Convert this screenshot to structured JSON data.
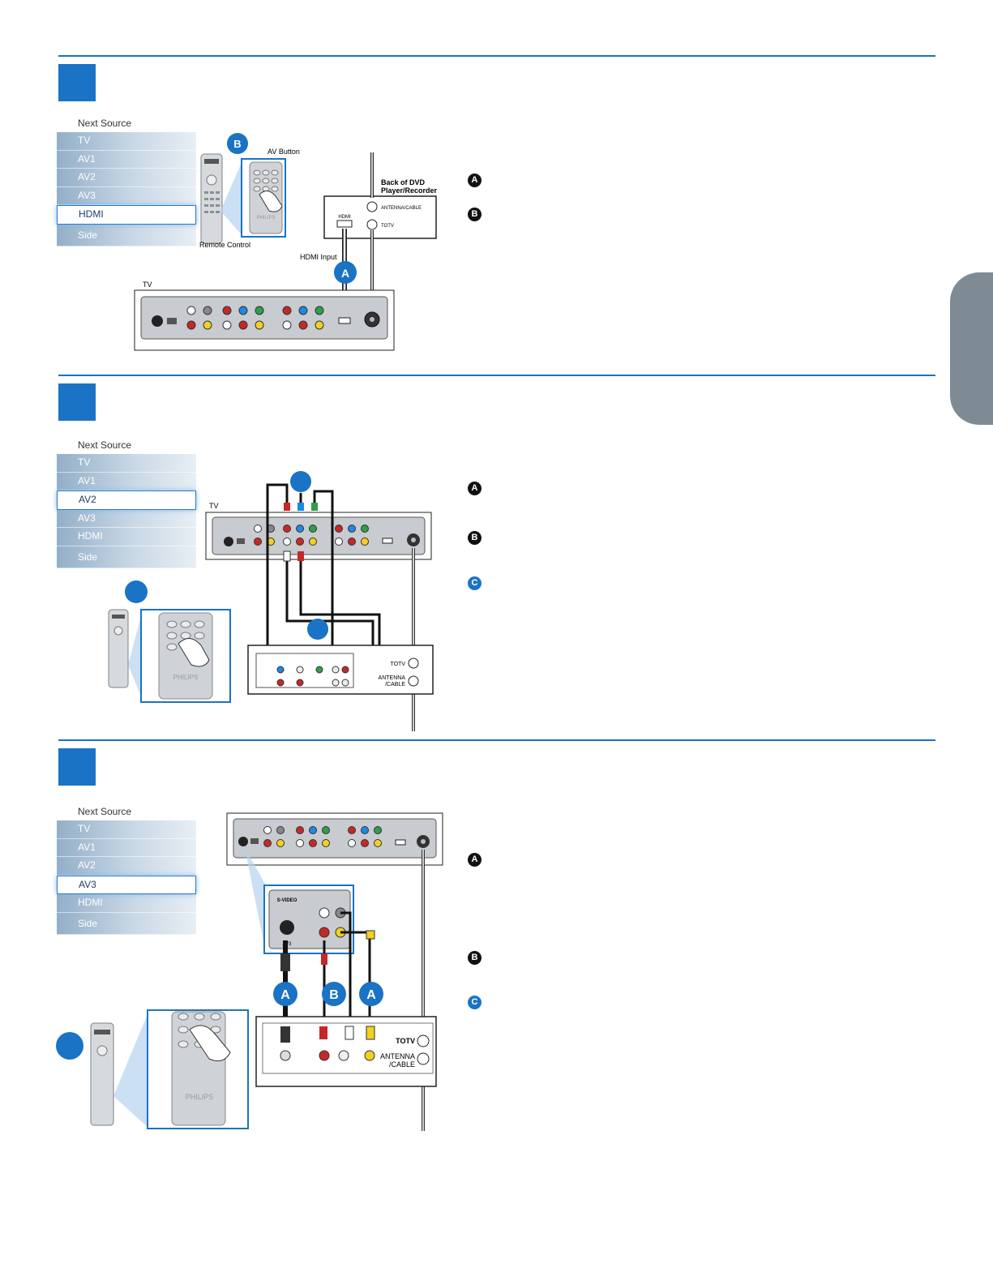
{
  "sections": [
    {
      "menu": {
        "title": "Next Source",
        "items": [
          "TV",
          "AV1",
          "AV2",
          "AV3",
          "HDMI",
          "Side"
        ],
        "selected": "HDMI"
      },
      "diagram": {
        "badge_b": "B",
        "av_button_label": "AV Button",
        "remote_label": "Remote Control",
        "remote_brand": "PHILIPS",
        "tv_label": "TV",
        "device_label_line1": "Back of DVD",
        "device_label_line2": "Player/Recorder",
        "antenna_label": "ANTENNA/CABLE",
        "totv_label": "TOTV",
        "hdmi_port_label": "HDMI",
        "hdmi_input_label": "HDMI Input",
        "badge_a": "A"
      },
      "markers": [
        "A",
        "B"
      ]
    },
    {
      "menu": {
        "title": "Next Source",
        "items": [
          "TV",
          "AV1",
          "AV2",
          "AV3",
          "HDMI",
          "Side"
        ],
        "selected": "AV2"
      },
      "diagram": {
        "tv_label": "TV",
        "remote_brand": "PHILIPS",
        "totv_label": "TOTV",
        "antenna_label_1": "ANTENNA",
        "antenna_label_2": "/CABLE"
      },
      "markers": [
        "A",
        "B",
        "C"
      ]
    },
    {
      "menu": {
        "title": "Next Source",
        "items": [
          "TV",
          "AV1",
          "AV2",
          "AV3",
          "HDMI",
          "Side"
        ],
        "selected": "AV3"
      },
      "diagram": {
        "badges": [
          "A",
          "B",
          "A"
        ],
        "remote_brand": "PHILIPS",
        "totv_label": "TOTV",
        "antenna_label_1": "ANTENNA",
        "antenna_label_2": "/CABLE",
        "svideo_label": "S-VIDEO",
        "av3_label": "AV3"
      },
      "markers": [
        "A",
        "B",
        "C"
      ]
    }
  ],
  "colors": {
    "accent": "#1a73c4",
    "tab": "#7f8b94"
  }
}
